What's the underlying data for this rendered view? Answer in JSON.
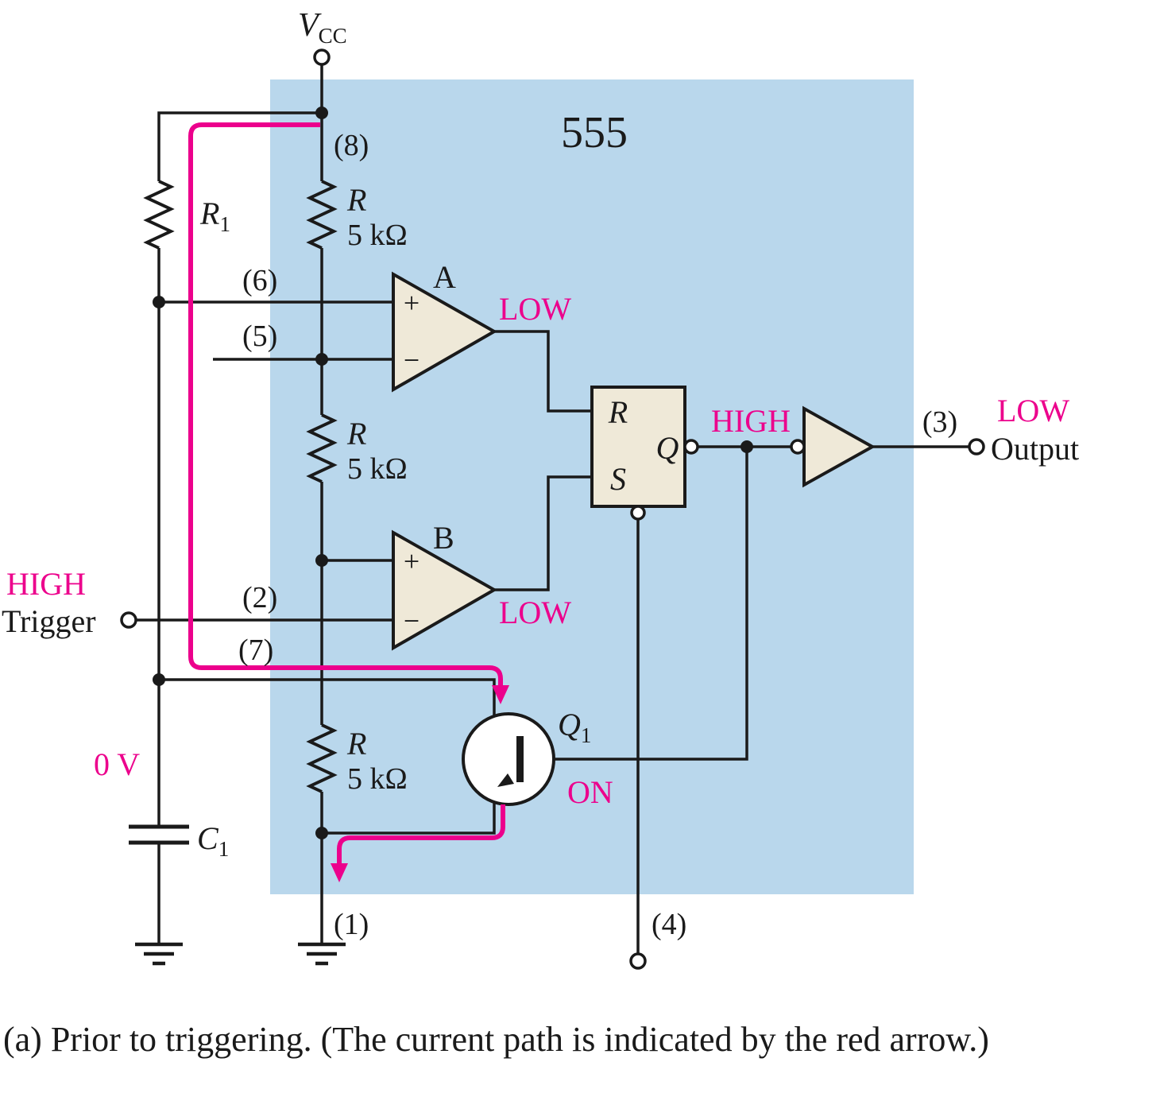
{
  "ic": {
    "label": "555"
  },
  "caption": "(a) Prior to triggering. (The current path is indicated by the red arrow.)",
  "power": {
    "vcc": "V",
    "vcc_sub": "CC"
  },
  "pins": {
    "p1": "(1)",
    "p2": "(2)",
    "p3": "(3)",
    "p4": "(4)",
    "p5": "(5)",
    "p6": "(6)",
    "p7": "(7)",
    "p8": "(8)"
  },
  "resistors": {
    "internal_name": "R",
    "internal_value": "5 kΩ",
    "r1": "R",
    "r1_sub": "1"
  },
  "capacitor": {
    "c1": "C",
    "c1_sub": "1"
  },
  "transistor": {
    "q1": "Q",
    "q1_sub": "1",
    "state": "ON"
  },
  "comparators": {
    "a": "A",
    "a_output": "LOW",
    "b": "B",
    "b_output": "LOW",
    "plus": "+",
    "minus": "−"
  },
  "latch": {
    "r": "R",
    "s": "S",
    "q": "Q",
    "q_output": "HIGH"
  },
  "io": {
    "trigger_state": "HIGH",
    "trigger_label": "Trigger",
    "output_state": "LOW",
    "output_label": "Output",
    "cap_voltage": "0 V"
  },
  "colors": {
    "highlight": "#ec008c",
    "ic_bg": "#b9d7ec",
    "component_fill": "#efe9d8"
  }
}
